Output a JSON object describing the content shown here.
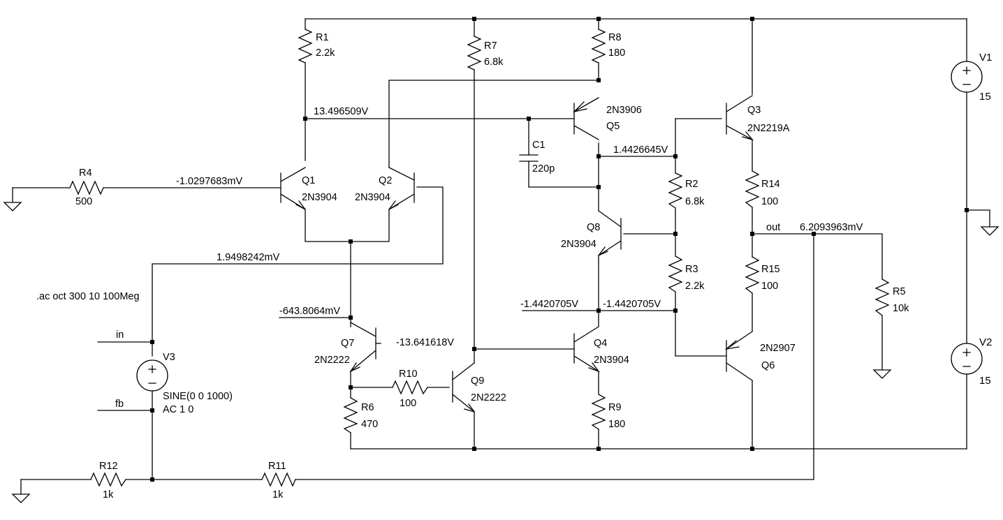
{
  "components": {
    "R1": {
      "ref": "R1",
      "value": "2.2k"
    },
    "R2": {
      "ref": "R2",
      "value": "6.8k"
    },
    "R3": {
      "ref": "R3",
      "value": "2.2k"
    },
    "R4": {
      "ref": "R4",
      "value": "500"
    },
    "R5": {
      "ref": "R5",
      "value": "10k"
    },
    "R6": {
      "ref": "R6",
      "value": "470"
    },
    "R7": {
      "ref": "R7",
      "value": "6.8k"
    },
    "R8": {
      "ref": "R8",
      "value": "180"
    },
    "R9": {
      "ref": "R9",
      "value": "180"
    },
    "R10": {
      "ref": "R10",
      "value": "100"
    },
    "R11": {
      "ref": "R11",
      "value": "1k"
    },
    "R12": {
      "ref": "R12",
      "value": "1k"
    },
    "R14": {
      "ref": "R14",
      "value": "100"
    },
    "R15": {
      "ref": "R15",
      "value": "100"
    },
    "C1": {
      "ref": "C1",
      "value": "220p"
    },
    "Q1": {
      "ref": "Q1",
      "model": "2N3904"
    },
    "Q2": {
      "ref": "Q2",
      "model": "2N3904"
    },
    "Q3": {
      "ref": "Q3",
      "model": "2N2219A"
    },
    "Q4": {
      "ref": "Q4",
      "model": "2N3904"
    },
    "Q5": {
      "ref": "Q5",
      "model": "2N3906"
    },
    "Q6": {
      "ref": "Q6",
      "model": "2N2907"
    },
    "Q7": {
      "ref": "Q7",
      "model": "2N2222"
    },
    "Q8": {
      "ref": "Q8",
      "model": "2N3904"
    },
    "Q9": {
      "ref": "Q9",
      "model": "2N2222"
    },
    "V1": {
      "ref": "V1",
      "value": "15"
    },
    "V2": {
      "ref": "V2",
      "value": "15"
    },
    "V3": {
      "ref": "V3",
      "line1": "SINE(0 0 1000)",
      "line2": "AC 1 0"
    }
  },
  "node_voltages": {
    "q1_collector": "13.496509V",
    "q1_base": "-1.0297683mV",
    "q2_base": "1.9498242mV",
    "q7_base": "-643.8064mV",
    "q4_base": "-13.641618V",
    "q5_collector": "1.4426645V",
    "q4_collector_left": "-1.4420705V",
    "q4_collector_right": "-1.4420705V",
    "out": "6.2093963mV"
  },
  "net_labels": {
    "out": "out",
    "in": "in",
    "fb": "fb"
  },
  "directive": ".ac oct 300 10 100Meg"
}
